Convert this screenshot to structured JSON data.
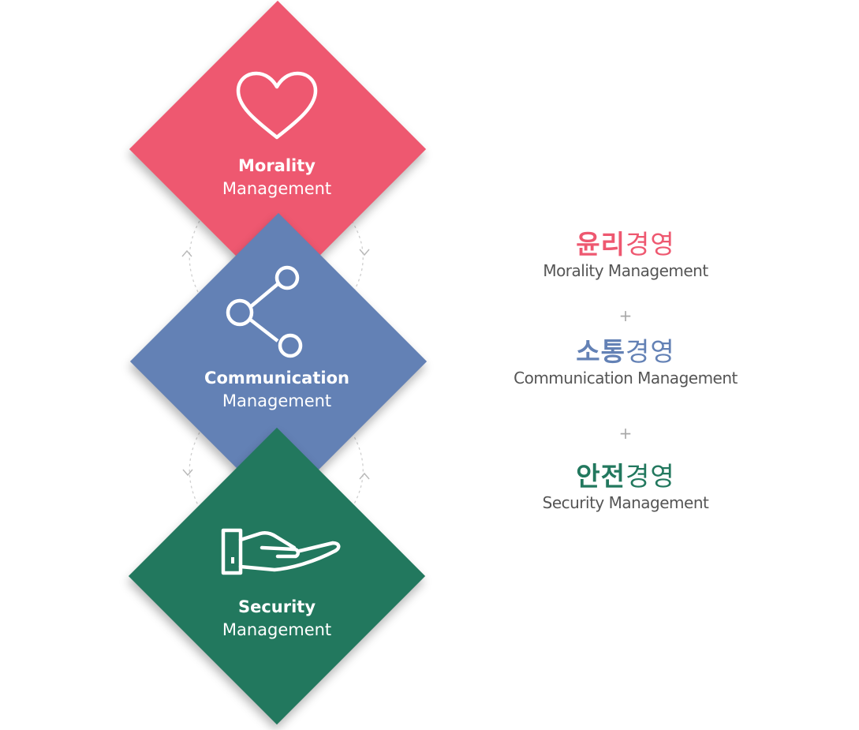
{
  "colors": {
    "morality": "#ee5870",
    "communication": "#6381b5",
    "security": "#22785e",
    "connector": "#c8c8c8"
  },
  "diamonds": [
    {
      "title": "Morality",
      "subtitle": "Management",
      "icon": "heart-icon"
    },
    {
      "title": "Communication",
      "subtitle": "Management",
      "icon": "share-icon"
    },
    {
      "title": "Security",
      "subtitle": "Management",
      "icon": "hand-icon"
    }
  ],
  "legend": {
    "items": [
      {
        "kor_bold": "윤리",
        "kor_rest": "경영",
        "eng": "Morality Management"
      },
      {
        "kor_bold": "소통",
        "kor_rest": "경영",
        "eng": "Communication Management"
      },
      {
        "kor_bold": "안전",
        "kor_rest": "경영",
        "eng": "Security Management"
      }
    ],
    "separator": "+"
  }
}
